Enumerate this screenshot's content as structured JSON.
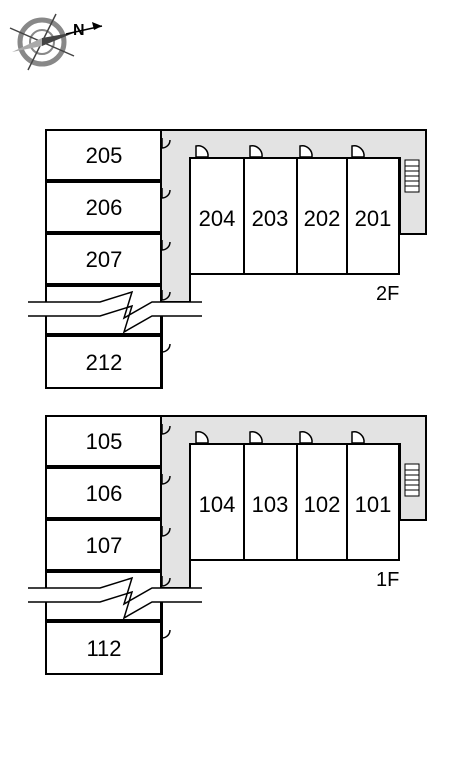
{
  "compass": {
    "north_label": "N",
    "icon": "compass-rose-icon"
  },
  "floors": [
    {
      "label": "2F",
      "units_left": [
        "205",
        "206",
        "207",
        "212"
      ],
      "units_right": [
        "204",
        "203",
        "202",
        "201"
      ]
    },
    {
      "label": "1F",
      "units_left": [
        "105",
        "106",
        "107",
        "112"
      ],
      "units_right": [
        "104",
        "103",
        "102",
        "101"
      ]
    }
  ],
  "colors": {
    "corridor": "#e3e3e3",
    "wall": "#000000",
    "unit_fill": "#ffffff"
  }
}
